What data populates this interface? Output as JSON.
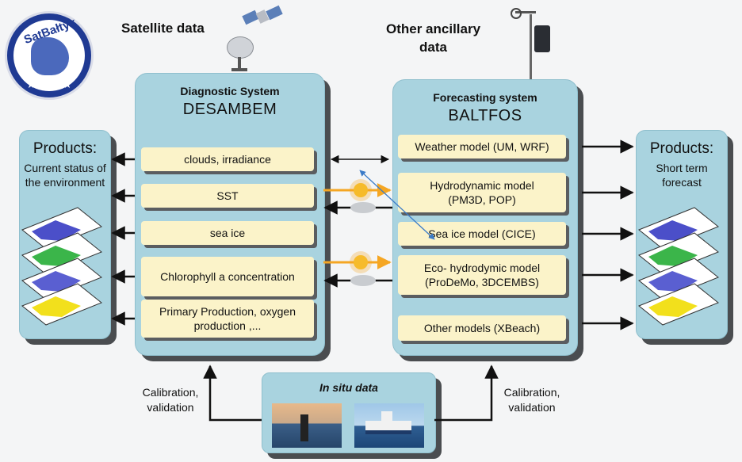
{
  "logo": {
    "text": "SatBałtyk"
  },
  "headers": {
    "satellite": "Satellite data",
    "ancillary_line1": "Other ancillary",
    "ancillary_line2": "data"
  },
  "diagnostic": {
    "title": "Diagnostic System",
    "name": "DESAMBEM",
    "items": [
      "clouds, irradiance",
      "SST",
      "sea ice",
      "Chlorophyll a concentration",
      "Primary Production, oxygen production ,..."
    ]
  },
  "forecasting": {
    "title": "Forecasting system",
    "name": "BALTFOS",
    "items": [
      "Weather model (UM, WRF)",
      "Hydrodynamic model (PM3D, POP)",
      "Sea ice model (CICE)",
      "Eco- hydrodymic model (ProDeMo, 3DCEMBS)",
      "Other models (XBeach)"
    ]
  },
  "products_left": {
    "title": "Products:",
    "subtitle": "Current status of the environment"
  },
  "products_right": {
    "title": "Products:",
    "subtitle": "Short term forecast"
  },
  "insitu": {
    "title": "In situ data"
  },
  "calibration_left": "Calibration, validation",
  "calibration_right": "Calibration, validation",
  "colors": {
    "panel": "#a9d3df",
    "item": "#fbf3c9",
    "shadow": "#4a4d50",
    "sun": "#f5a623",
    "double_arrow": "#3a7bc8"
  }
}
